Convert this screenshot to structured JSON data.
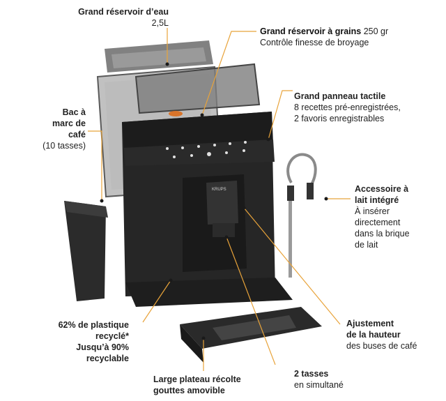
{
  "callouts": {
    "water_tank": {
      "title": "Grand réservoir d’eau",
      "detail": "2,5L"
    },
    "bean_hopper": {
      "title": "Grand réservoir à grains",
      "detail_inline": "250 gr",
      "detail": "Contrôle finesse de broyage"
    },
    "touch_panel": {
      "title": "Grand panneau tactile",
      "line1": "8 recettes pré-enregistrées,",
      "line2": "2 favoris enregistrables"
    },
    "grounds_bin": {
      "line1": "Bac à",
      "line2": "marc de",
      "line3": "café",
      "detail": "(10 tasses)"
    },
    "milk_accessory": {
      "line1": "Accessoire à",
      "line2": "lait intégré",
      "d1": "À insérer",
      "d2": "directement",
      "d3": "dans la brique",
      "d4": "de lait"
    },
    "recycled": {
      "line1": "62% de plastique",
      "line2": "recyclé*",
      "line3": "Jusqu’à 90%",
      "line4": "recyclable"
    },
    "height_adjust": {
      "line1": "Ajustement",
      "line2": "de la hauteur",
      "detail": "des buses de café"
    },
    "drip_tray": {
      "line1": "Large plateau récolte",
      "line2": "gouttes amovible"
    },
    "two_cups": {
      "title": "2 tasses",
      "detail": "en simultané"
    }
  },
  "machine": {
    "brand": "KRUPS"
  },
  "colors": {
    "accent": "#e8a33a",
    "machine": "#222222",
    "text": "#1a1a1a"
  }
}
